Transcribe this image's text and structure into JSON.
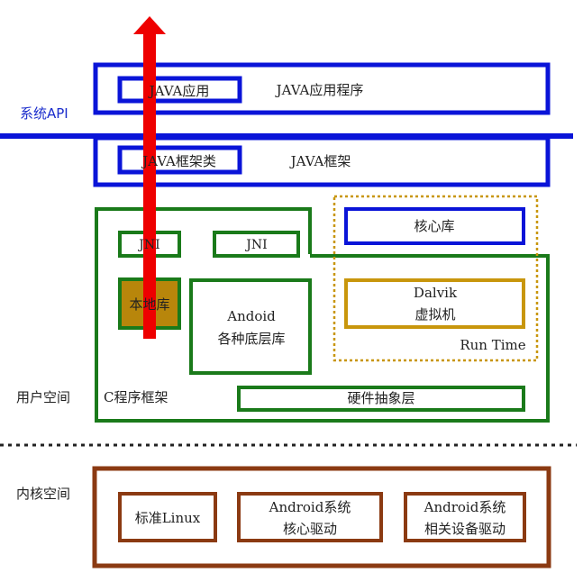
{
  "colors": {
    "blue": "#0a14d8",
    "green": "#1a7a1a",
    "brown": "#8b3a12",
    "gold": "#c8960c",
    "native_fill": "#b8860b",
    "red": "#ee0000"
  },
  "side_labels": {
    "system_api": "系统API",
    "user_space": "用户空间",
    "kernel_space": "内核空间"
  },
  "app_layer": {
    "inner_box": "JAVA应用",
    "label": "JAVA应用程序"
  },
  "framework_layer": {
    "inner_box": "JAVA框架类",
    "label": "JAVA框架"
  },
  "user_space_region": {
    "jni_1": "JNI",
    "jni_2": "JNI",
    "native_lib": "本地库",
    "android_libs_line1": "Andoid",
    "android_libs_line2": "各种底层库",
    "c_framework": "C程序框架",
    "hal": "硬件抽象层"
  },
  "runtime": {
    "core_lib": "核心库",
    "dalvik_line1": "Dalvik",
    "dalvik_line2": "虚拟机",
    "label": "Run Time"
  },
  "kernel": {
    "std_linux": "标准Linux",
    "core_driver_line1": "Android系统",
    "core_driver_line2": "核心驱动",
    "device_driver_line1": "Android系统",
    "device_driver_line2": "相关设备驱动"
  }
}
